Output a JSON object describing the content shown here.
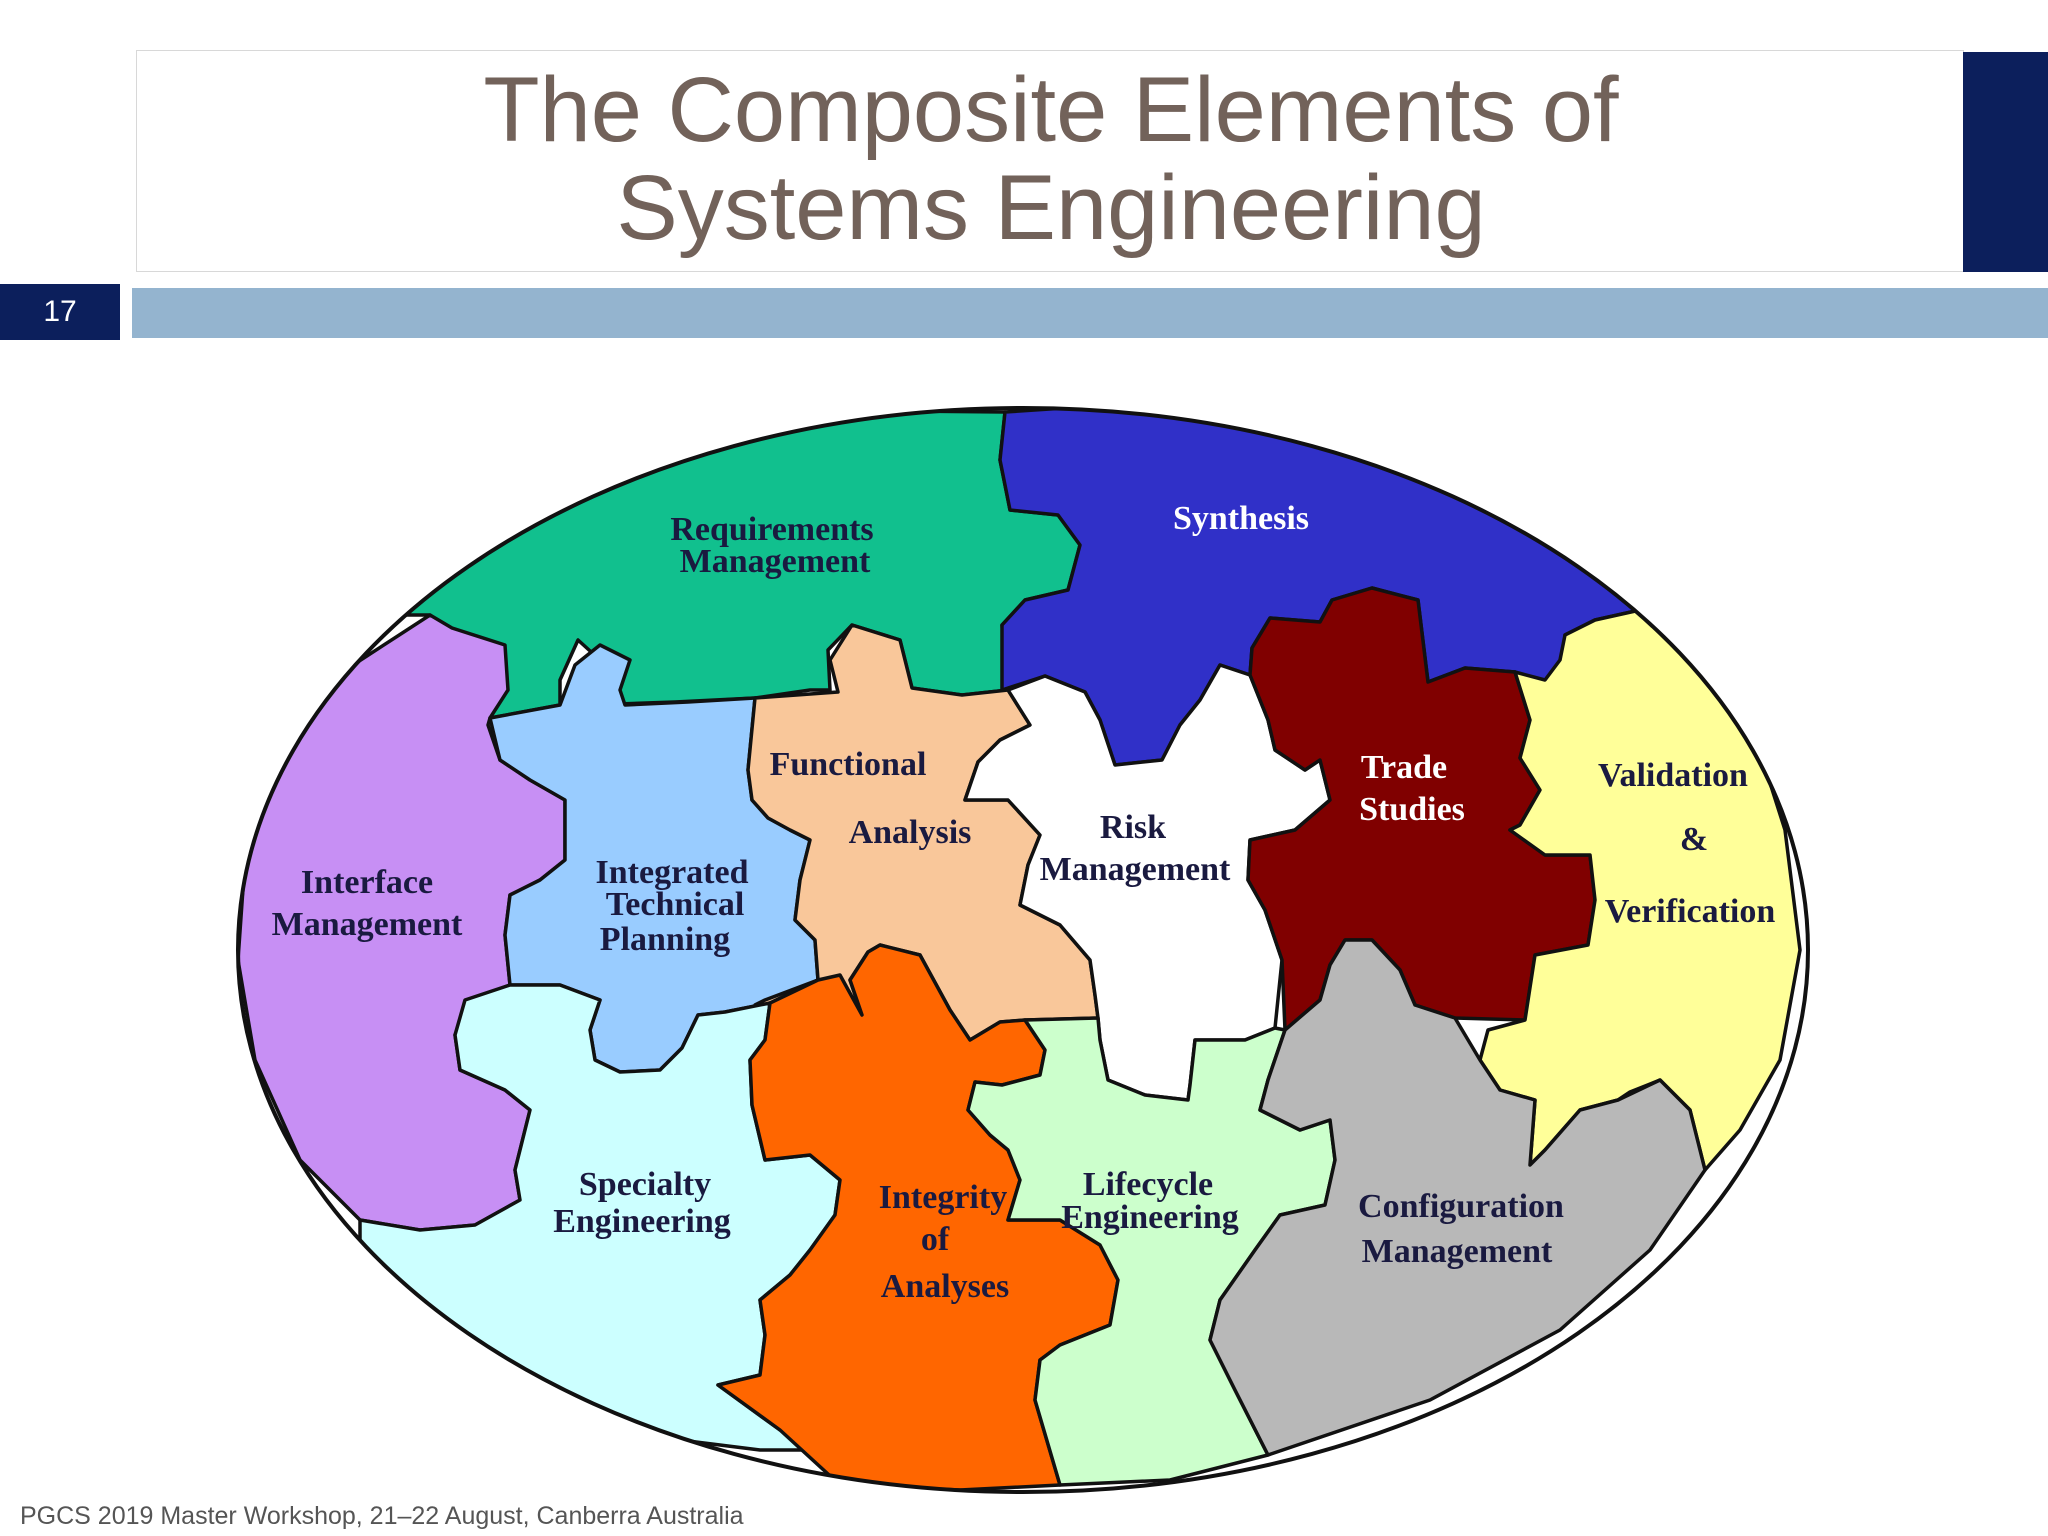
{
  "slide": {
    "title_line1": "The Composite Elements of",
    "title_line2": "Systems Engineering",
    "number": "17",
    "footer": "PGCS 2019 Master Workshop, 21–22 August, Canberra Australia"
  },
  "colors": {
    "title_text": "#72625a",
    "navy": "#0c1f5c",
    "bar": "#94b4cf"
  },
  "diagram": {
    "pieces": [
      {
        "id": "requirements-management",
        "lines": [
          "Requirements",
          "Management"
        ],
        "fill": "#11c08e",
        "text": "#1a1a40"
      },
      {
        "id": "synthesis",
        "lines": [
          "Synthesis"
        ],
        "fill": "#3030c8",
        "text": "#ffffff"
      },
      {
        "id": "interface-management",
        "lines": [
          "Interface",
          "Management"
        ],
        "fill": "#c78ff4",
        "text": "#1a1a40"
      },
      {
        "id": "integrated-technical-planning",
        "lines": [
          "Integrated",
          "Technical",
          "Planning"
        ],
        "fill": "#99ccff",
        "text": "#1a1a40"
      },
      {
        "id": "functional-analysis",
        "lines": [
          "Functional",
          "Analysis"
        ],
        "fill": "#f9c79a",
        "text": "#1a1a40"
      },
      {
        "id": "risk-management",
        "lines": [
          "Risk",
          "Management"
        ],
        "fill": "#ffffff",
        "text": "#1a1a40"
      },
      {
        "id": "trade-studies",
        "lines": [
          "Trade",
          "Studies"
        ],
        "fill": "#800000",
        "text": "#ffffff"
      },
      {
        "id": "validation-verification",
        "lines": [
          "Validation",
          "&",
          "Verification"
        ],
        "fill": "#ffff99",
        "text": "#1a1a40"
      },
      {
        "id": "specialty-engineering",
        "lines": [
          "Specialty",
          "Engineering"
        ],
        "fill": "#ccffff",
        "text": "#1a1a40"
      },
      {
        "id": "integrity-of-analyses",
        "lines": [
          "Integrity",
          "of",
          "Analyses"
        ],
        "fill": "#ff6600",
        "text": "#1a1a40"
      },
      {
        "id": "lifecycle-engineering",
        "lines": [
          "Lifecycle",
          "Engineering"
        ],
        "fill": "#ccffcc",
        "text": "#1a1a40"
      },
      {
        "id": "configuration-management",
        "lines": [
          "Configuration",
          "Management"
        ],
        "fill": "#b8b8b8",
        "text": "#1a1a40"
      }
    ]
  }
}
